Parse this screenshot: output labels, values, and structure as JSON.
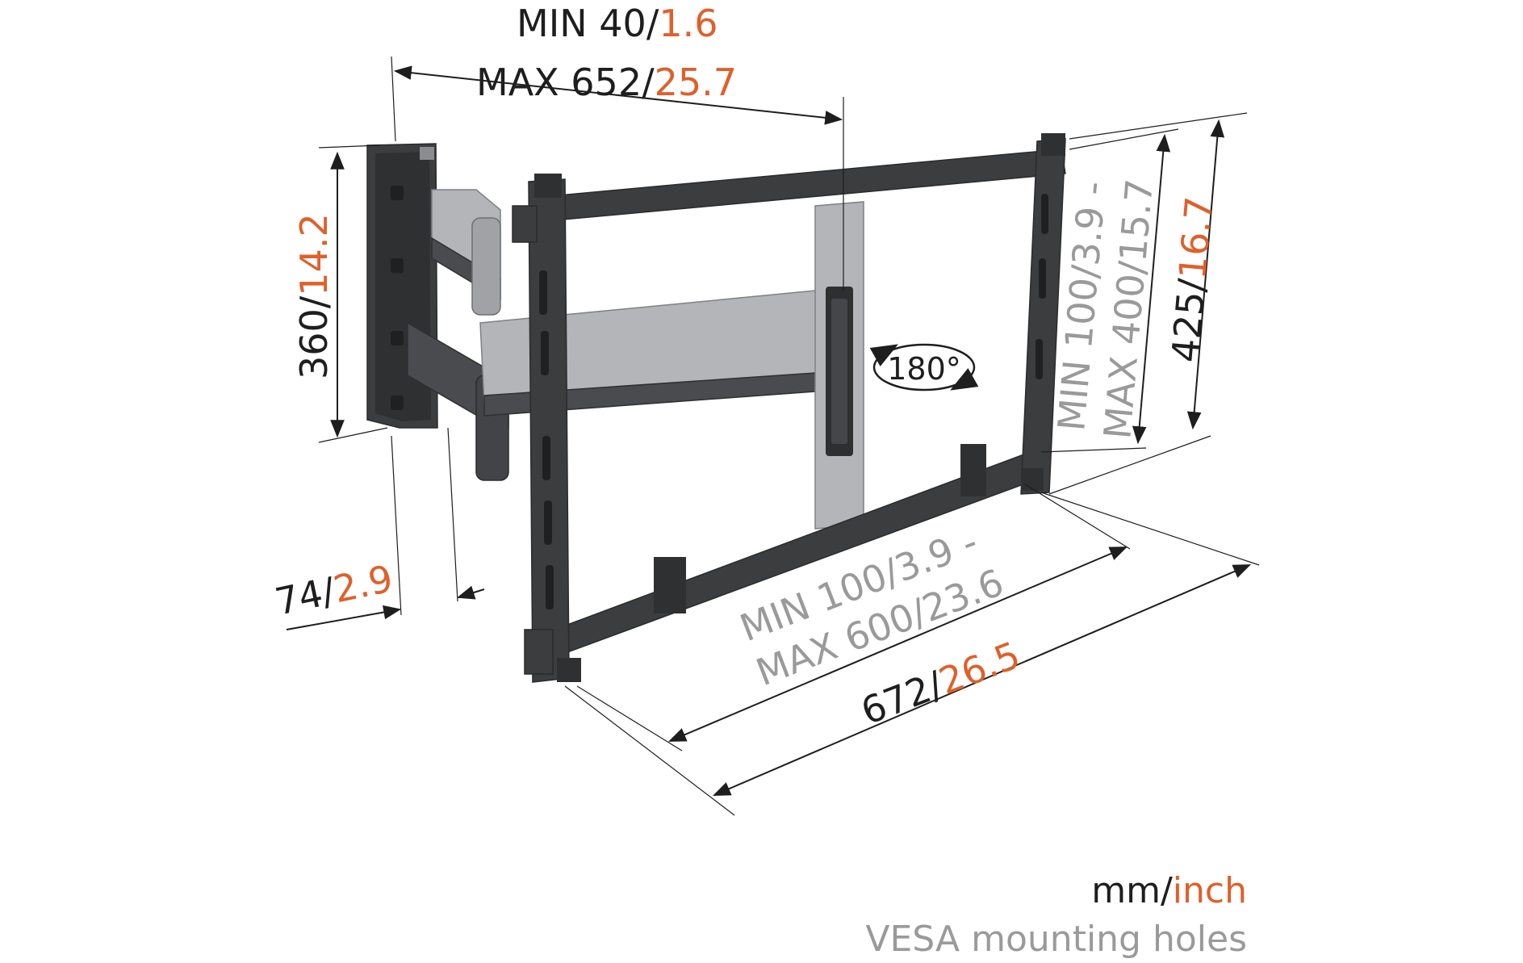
{
  "dimensions": {
    "depth": {
      "min_label": "MIN 40/",
      "min_inch": "1.6",
      "max_label": "MAX 652/",
      "max_inch": "25.7"
    },
    "wall_plate_height": {
      "mm": "360/",
      "inch": "14.2"
    },
    "wall_plate_width": {
      "mm": "74/",
      "inch": "2.9"
    },
    "frame_height": {
      "mm": "425/",
      "inch": "16.7"
    },
    "frame_width": {
      "mm": "672/",
      "inch": "26.5"
    },
    "vesa_vertical": {
      "line1": "MIN 100/3.9 -",
      "line2": "MAX 400/15.7"
    },
    "vesa_horizontal": {
      "line1": "MIN 100/3.9 -",
      "line2": "MAX 600/23.6"
    },
    "rotation": "180°"
  },
  "legend": {
    "units_mm": "mm/",
    "units_inch": "inch",
    "vesa_note": "VESA mounting holes"
  },
  "colors": {
    "accent": "#e0602a",
    "text": "#1e1e1e",
    "vesa_text": "#9a9a9a",
    "frame": "#3c3d3f",
    "arm": "#b3b5b8"
  }
}
